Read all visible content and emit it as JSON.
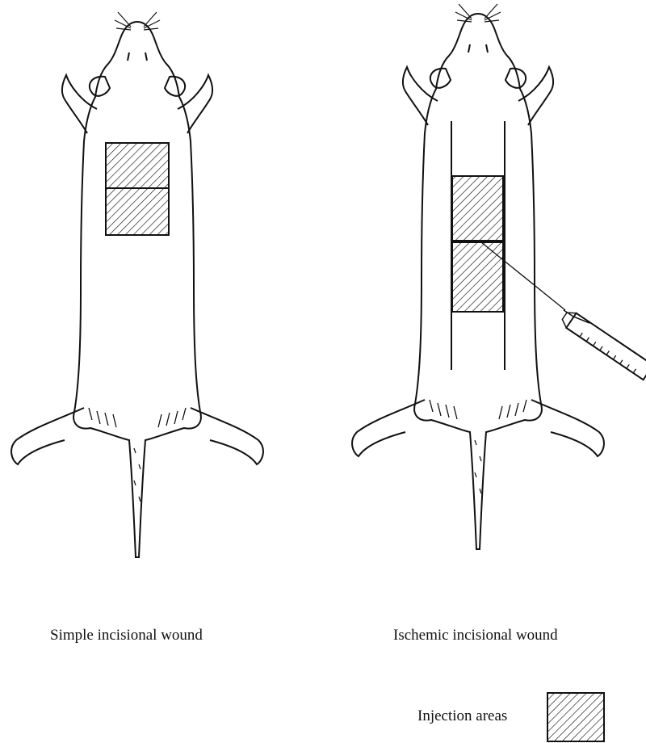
{
  "figure": {
    "left_panel": {
      "caption": "Simple incisional wound",
      "icon": "rat-dorsal-view-icon"
    },
    "right_panel": {
      "caption": "Ischemic incisional wound",
      "icon": "rat-dorsal-view-icon",
      "tool_icon": "syringe-icon"
    },
    "legend": {
      "label": "Injection areas",
      "swatch": "hatched-pattern"
    }
  },
  "colors": {
    "ink": "#111111",
    "background": "#ffffff"
  }
}
